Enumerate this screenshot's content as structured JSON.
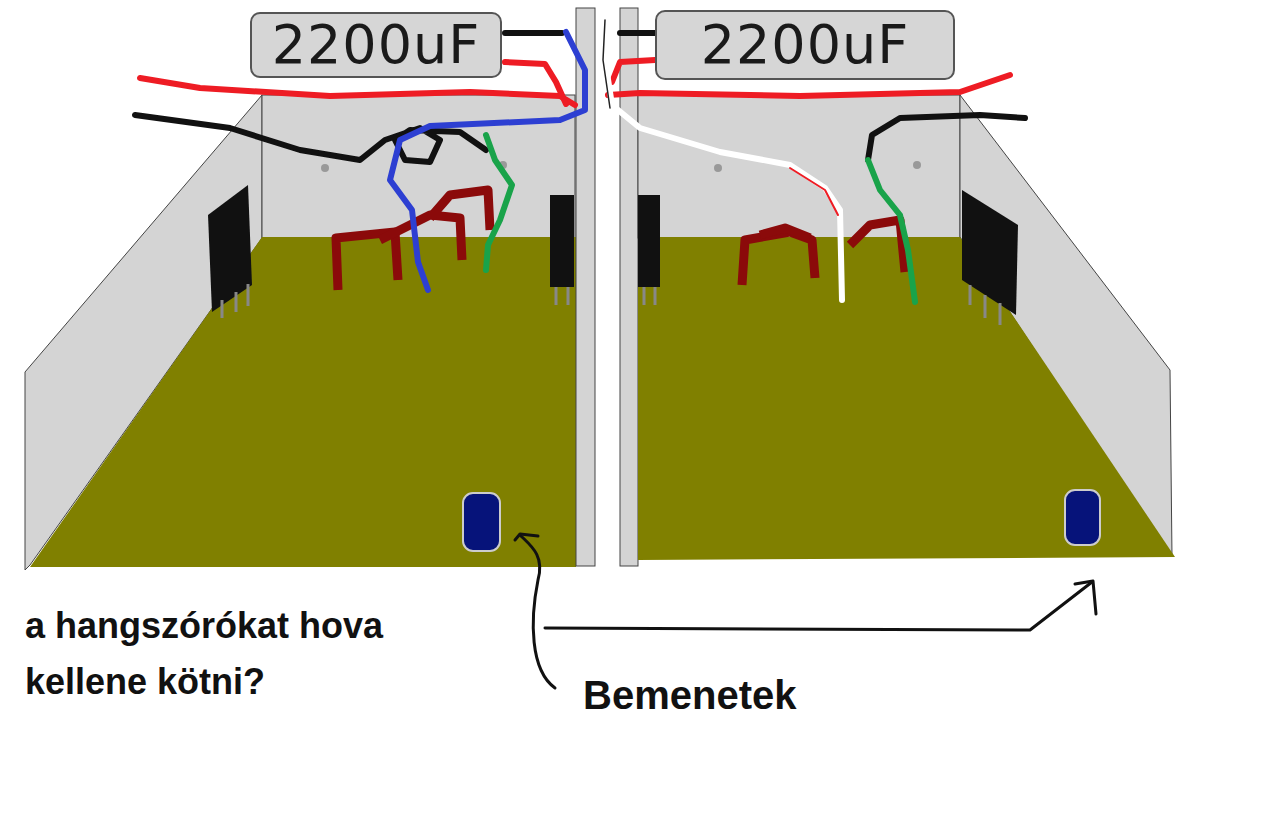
{
  "diagram": {
    "nodes": [
      {
        "text": [
          "2200uF"
        ]
      },
      {
        "text": [
          "2200uF"
        ]
      }
    ],
    "labels": [
      "a hangszórókat hova kellene kötni?",
      "Bemenetek"
    ]
  }
}
